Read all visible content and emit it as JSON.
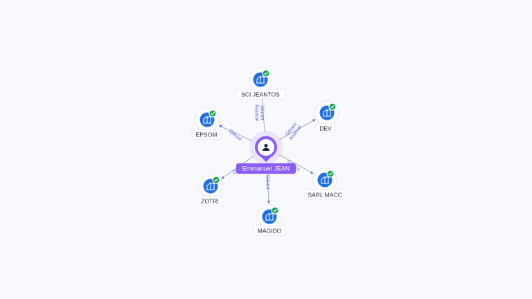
{
  "colors": {
    "background": "#f8f9fd",
    "person": "#8b5cf6",
    "company": "#1f6fe5",
    "verified": "#16a34a",
    "relation": "#5b5fd6"
  },
  "center": {
    "name": "Emmanuel JEAN",
    "icon": "person-icon"
  },
  "companies": [
    {
      "name": "SCI JEANTOS",
      "relation_lines": [
        "Gérant",
        "Associé"
      ],
      "icon": "building-icon",
      "verified": true
    },
    {
      "name": "DEV",
      "relation_lines": [
        "Gérant",
        "Associé"
      ],
      "icon": "building-icon",
      "verified": true
    },
    {
      "name": "EPSOM",
      "relation_lines": [
        "Gérant"
      ],
      "icon": "building-icon",
      "verified": true
    },
    {
      "name": "SARL MACC",
      "relation_lines": [
        "Gérant"
      ],
      "icon": "building-icon",
      "verified": true
    },
    {
      "name": "ZOTRI",
      "relation_lines": [
        "Gé"
      ],
      "icon": "building-icon",
      "verified": true
    },
    {
      "name": "MAGIDO",
      "relation_lines": [
        "Gérant"
      ],
      "icon": "building-icon",
      "verified": true
    }
  ]
}
